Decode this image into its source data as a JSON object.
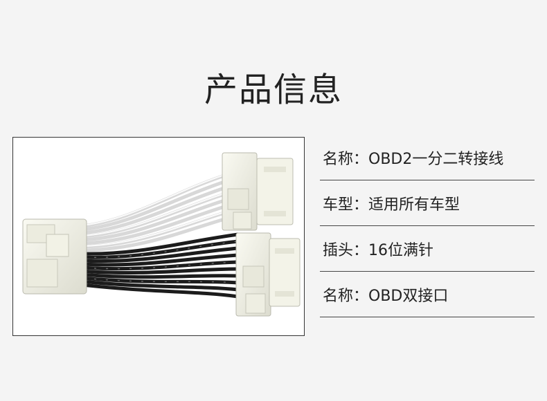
{
  "page": {
    "title": "产品信息",
    "background": "#f4f4f4"
  },
  "product_image": {
    "subject": "obd2-y-splitter-cable"
  },
  "specs": [
    {
      "label": "名称：",
      "value": "OBD2一分二转接线"
    },
    {
      "label": "车型：",
      "value": "适用所有车型"
    },
    {
      "label": "插头：",
      "value": "16位满针"
    },
    {
      "label": "名称：",
      "value": "OBD双接口"
    }
  ]
}
